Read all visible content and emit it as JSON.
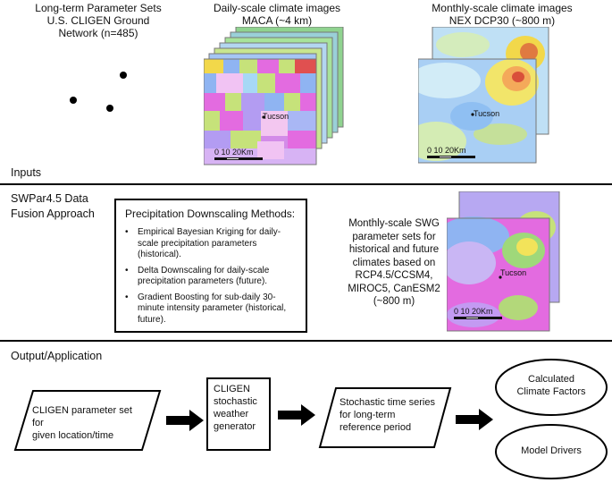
{
  "top": {
    "ground_network_title": [
      "Long-term Parameter Sets",
      "U.S. CLIGEN Ground",
      "Network (n=485)"
    ],
    "daily_title": [
      "Daily-scale climate images",
      "MACA (~4 km)"
    ],
    "monthly_title": [
      "Monthly-scale climate images",
      "NEX DCP30 (~800 m)"
    ],
    "map_city_label": "Tucson",
    "scale_label": "0   10  20Km",
    "section_label": "Inputs"
  },
  "middle": {
    "section_label": [
      "SWPar4.5 Data",
      "Fusion Approach"
    ],
    "methods_title": "Precipitation Downscaling Methods:",
    "methods": [
      "Empirical Bayesian Kriging for daily-scale precipitation parameters (historical).",
      "Delta Downscaling for daily-scale precipitation parameters (future).",
      "Gradient Boosting for sub-daily 30-minute intensity parameter (historical, future)."
    ],
    "output_desc": [
      "Monthly-scale SWG",
      "parameter sets for",
      "historical and future",
      "climates based on",
      "RCP4.5/CCSM4,",
      "MIROC5, CanESM2",
      "(~800 m)"
    ],
    "map_city_label": "Tucson",
    "scale_label": "0   10  20Km"
  },
  "bottom": {
    "section_label": "Output/Application",
    "node_param_set": [
      "CLIGEN parameter set for",
      "given location/time"
    ],
    "node_generator": [
      "CLIGEN",
      "stochastic",
      "weather",
      "generator"
    ],
    "node_time_series": [
      "Stochastic time series",
      "for long-term",
      "reference period"
    ],
    "node_climate_factors": [
      "Calculated",
      "Climate Factors"
    ],
    "node_model_drivers": "Model Drivers"
  },
  "colors": {
    "rule": "#000000",
    "map_magenta": "#e36be0",
    "map_blue": "#8fb4f2",
    "map_green": "#c6e27a",
    "map_yellow": "#f2d84a",
    "map_red": "#e05050"
  }
}
